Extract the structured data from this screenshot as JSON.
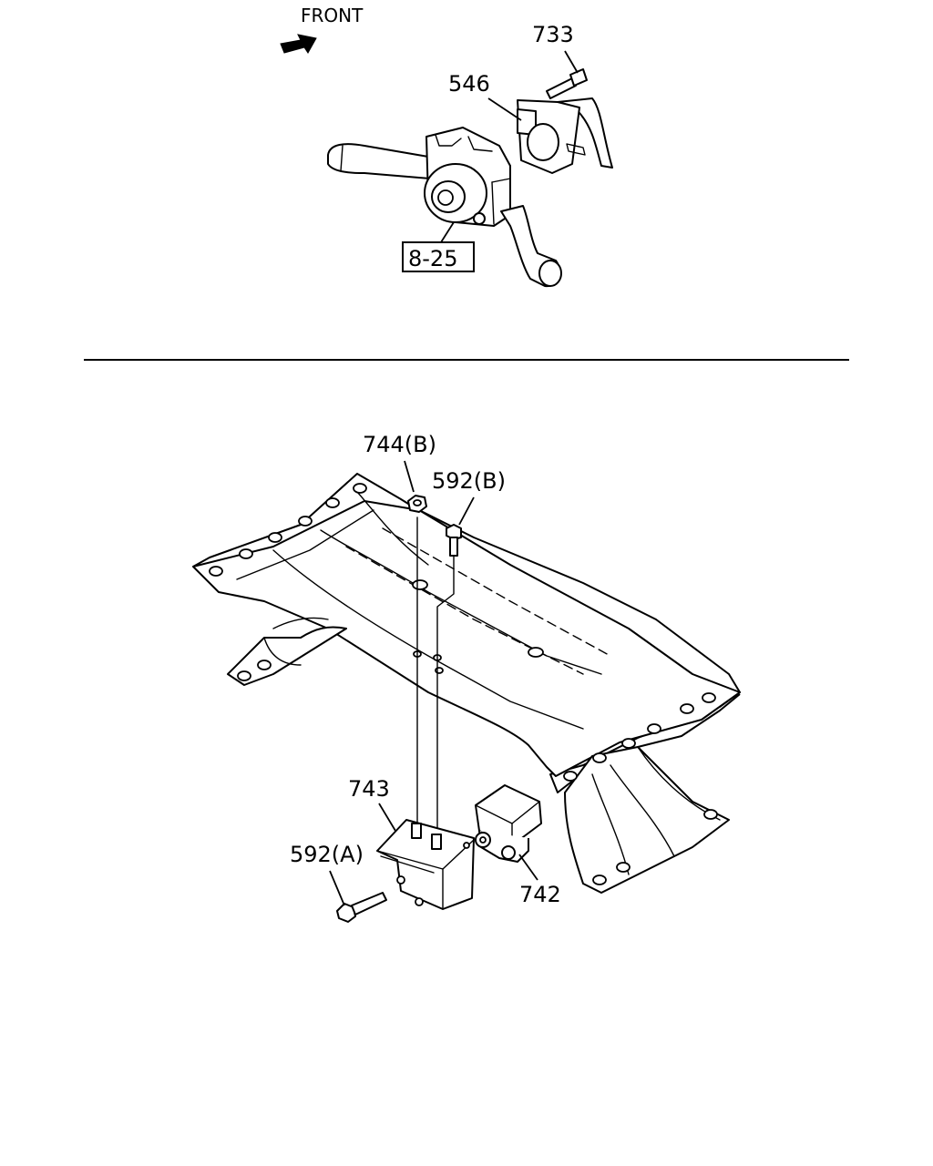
{
  "orientation": {
    "label": "FRONT"
  },
  "top_view": {
    "callouts": {
      "bolt": "733",
      "switch_bracket": "546",
      "combination_switch_ref": "8-25"
    }
  },
  "bottom_view": {
    "callouts": {
      "nut": "744(B)",
      "upper_bolt": "592(B)",
      "bracket": "743",
      "lower_bolt": "592(A)",
      "valve": "742"
    }
  }
}
